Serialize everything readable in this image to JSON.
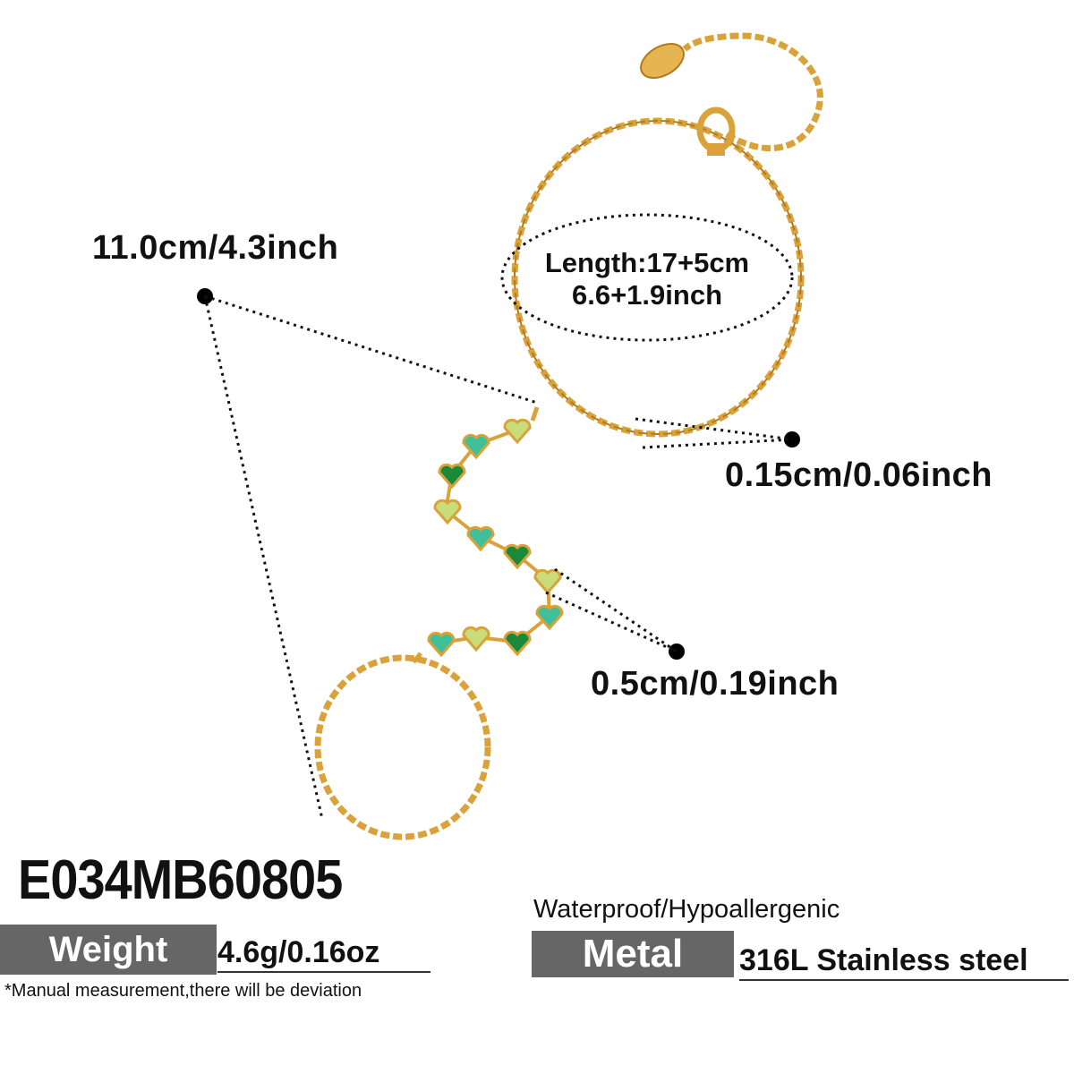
{
  "product": {
    "sku": "E034MB60805",
    "length_line1": "Length:17+5cm",
    "length_line2": "6.6+1.9inch",
    "dim_large": "11.0cm/4.3inch",
    "dim_chain": "0.15cm/0.06inch",
    "dim_stone": "0.5cm/0.19inch",
    "weight_label": "Weight",
    "weight_value": "4.6g/0.16oz",
    "note": "*Manual measurement,there will be deviation",
    "features": "Waterproof/Hypoallergenic",
    "metal_label": "Metal",
    "metal_value": "316L Stainless steel"
  },
  "colors": {
    "gold": "#d9a23a",
    "gold_dark": "#b27a1c",
    "stone_dark_green": "#1a8a3a",
    "stone_teal": "#3fbf9a",
    "stone_lime": "#c8dd7a",
    "tag_gray": "#666666"
  }
}
